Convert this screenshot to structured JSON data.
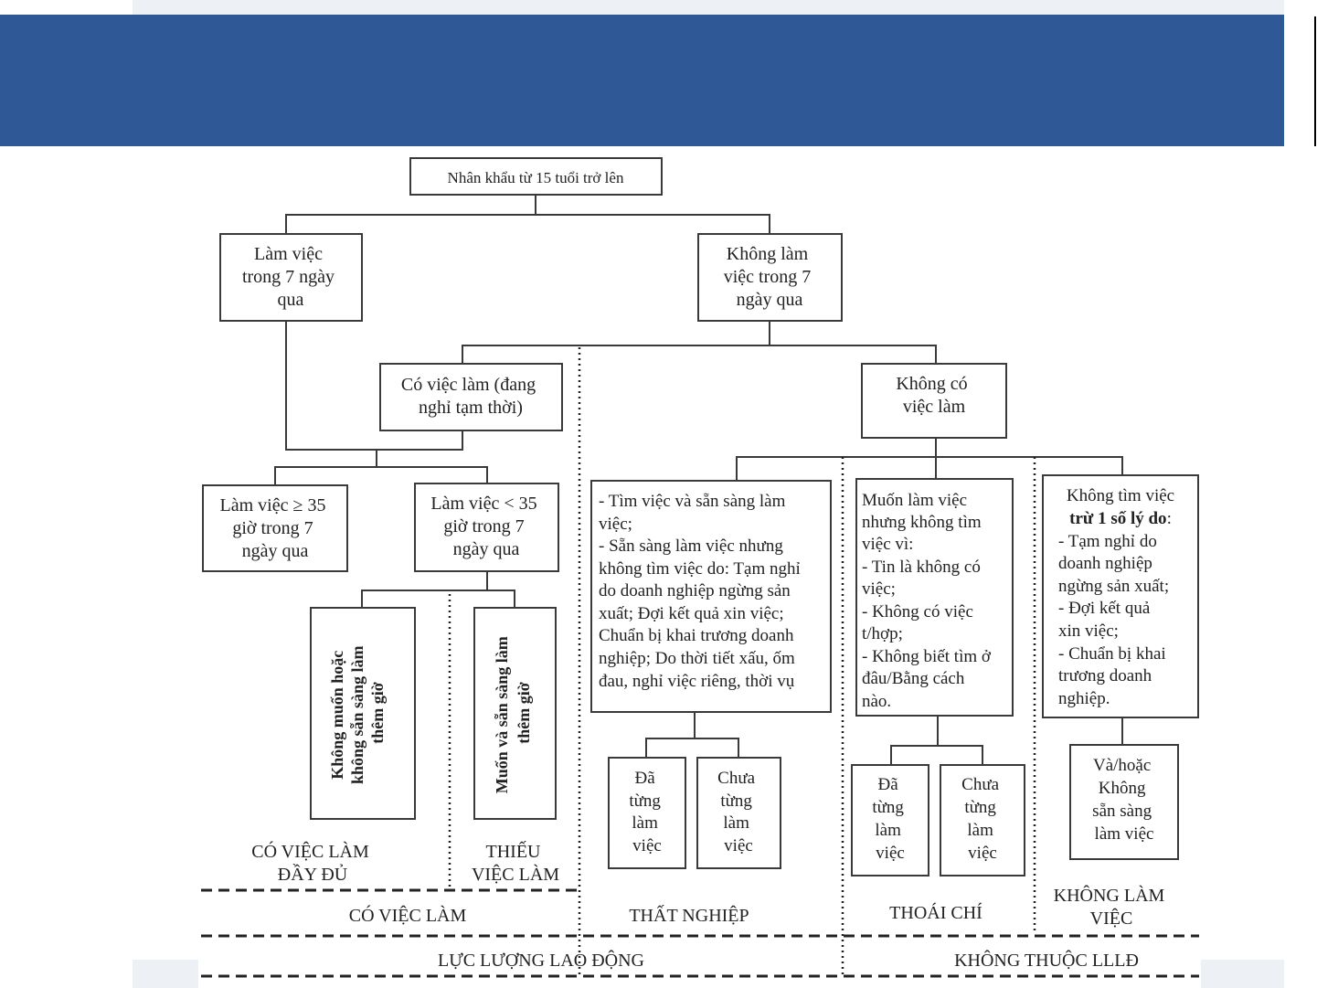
{
  "colors": {
    "banner": "#2e5996",
    "background_strip": "#edf0f5",
    "line": "#3a3a3a"
  },
  "nodes": {
    "root": [
      "Nhân khẩu từ 15 tuổi trở lên"
    ],
    "working": [
      "Làm việc",
      "trong 7 ngày",
      "qua"
    ],
    "not_working": [
      "Không làm",
      "việc trong 7",
      "ngày qua"
    ],
    "temp_leave": [
      "Có việc làm (đang",
      "nghỉ tạm thời)"
    ],
    "no_job": [
      "Không có",
      "việc làm"
    ],
    "ge35": [
      "Làm việc ≥ 35",
      "giờ trong 7",
      "ngày qua"
    ],
    "lt35": [
      "Làm việc < 35",
      "giờ trong 7",
      "ngày qua"
    ],
    "not_want_more": [
      "Không muốn hoặc",
      "không sẵn sàng làm",
      "thêm giờ"
    ],
    "want_more": [
      "Muốn và sẵn sàng làm",
      "thêm giờ"
    ],
    "seeking": [
      "- Tìm việc và sẵn sàng làm",
      "việc;",
      "- Sẵn sàng làm việc nhưng",
      "không tìm việc do: Tạm nghỉ",
      "do doanh nghiệp ngừng sản",
      "xuất; Đợi kết quả xin việc;",
      "Chuẩn bị khai trương doanh",
      "nghiệp; Do thời tiết xấu, ốm",
      "đau, nghỉ việc riêng, thời vụ"
    ],
    "discouraged": [
      "Muốn làm việc",
      "nhưng không tìm",
      "việc vì:",
      "- Tin là không có",
      "việc;",
      "- Không có việc",
      "t/hợp;",
      "- Không biết tìm ở",
      "đâu/Bằng cách",
      "nào."
    ],
    "not_seeking_title": [
      "Không tìm việc"
    ],
    "not_seeking_bold": "trừ 1 số lý do",
    "not_seeking_colon": ":",
    "not_seeking_rest": [
      "- Tạm nghỉ do",
      "doanh nghiệp",
      "ngừng sản xuất;",
      "- Đợi kết quả",
      "xin việc;",
      "- Chuẩn bị khai",
      "trương doanh",
      "nghiệp."
    ],
    "unemp_worked": [
      "Đã",
      "từng",
      "làm",
      "việc"
    ],
    "unemp_never": [
      "Chưa",
      "từng",
      "làm",
      "việc"
    ],
    "disc_worked": [
      "Đã",
      "từng",
      "làm",
      "việc"
    ],
    "disc_never": [
      "Chưa",
      "từng",
      "làm",
      "việc"
    ],
    "and_or": [
      "Và/hoặc",
      "Không",
      "sẵn sàng",
      "làm việc"
    ]
  },
  "categories": {
    "full_employment": [
      "CÓ VIỆC LÀM",
      "ĐẦY ĐỦ"
    ],
    "underemployment": [
      "THIẾU",
      "VIỆC LÀM"
    ],
    "employed": "CÓ VIỆC LÀM",
    "unemployed": "THẤT NGHIỆP",
    "discouraged": "THOÁI CHÍ",
    "not_working": [
      "KHÔNG LÀM",
      "VIỆC"
    ],
    "labor_force": "LỰC LƯỢNG LAO ĐỘNG",
    "not_in_labor_force": "KHÔNG THUỘC LLLĐ"
  }
}
